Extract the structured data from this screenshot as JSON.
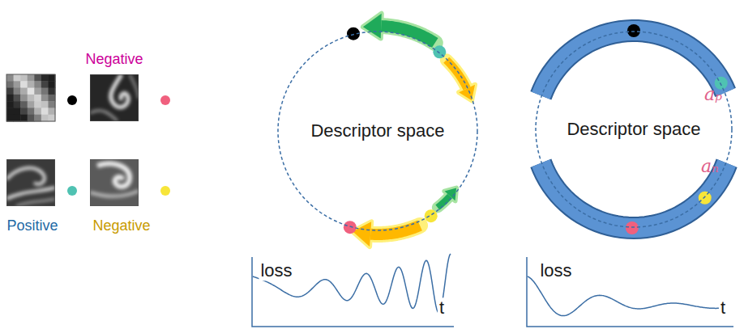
{
  "diagram": {
    "nodes": [
      {
        "text": [
          "Descriptor space"
        ]
      },
      {
        "text": [
          "Descriptor space"
        ]
      }
    ],
    "labels": [
      "Negative",
      "Positive",
      "Negative",
      "loss",
      "t",
      "aₚ",
      "aₙ",
      "loss",
      "t"
    ]
  }
}
